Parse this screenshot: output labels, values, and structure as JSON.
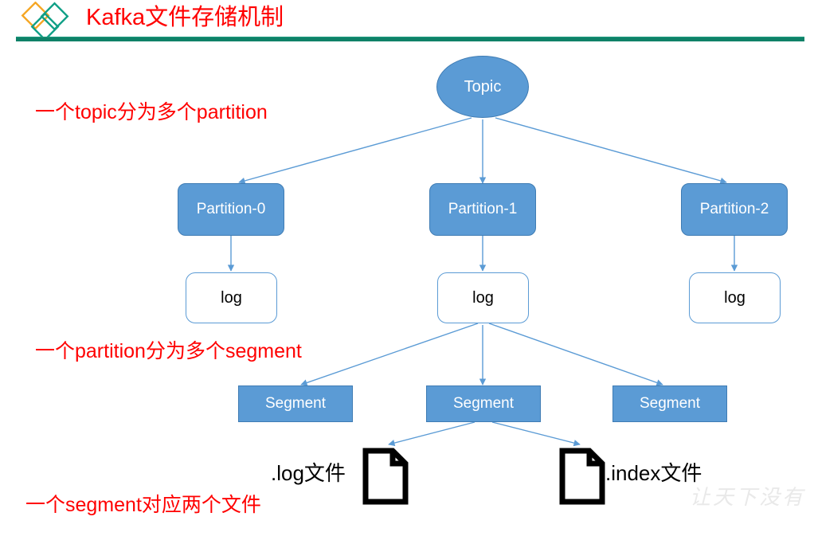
{
  "header": {
    "title": "Kafka文件存储机制",
    "title_color": "#ff0000",
    "rule_color": "#0f8168",
    "logo": {
      "name": "diamonds-logo",
      "diamond_colors": [
        "#f5a623",
        "#0f9f86",
        "#0f9f86"
      ]
    }
  },
  "theme": {
    "node_fill": "#5b9bd5",
    "node_border": "#3f7cb4",
    "connector": "#5b9bd5",
    "annotation_color": "#ff0000",
    "canvas": "#ffffff"
  },
  "diagram": {
    "topic": {
      "label": "Topic"
    },
    "partitions": [
      {
        "label": "Partition-0"
      },
      {
        "label": "Partition-1"
      },
      {
        "label": "Partition-2"
      }
    ],
    "logs": [
      {
        "label": "log"
      },
      {
        "label": "log"
      },
      {
        "label": "log"
      }
    ],
    "segments": [
      {
        "label": "Segment"
      },
      {
        "label": "Segment"
      },
      {
        "label": "Segment"
      }
    ],
    "files": [
      {
        "label": ".log文件",
        "icon": "document-icon"
      },
      {
        "label": ".index文件",
        "icon": "document-icon"
      }
    ]
  },
  "annotations": [
    {
      "text": "一个topic分为多个partition"
    },
    {
      "text": "一个partition分为多个segment"
    },
    {
      "text": "一个segment对应两个文件"
    }
  ],
  "watermark": {
    "text": "让天下没有"
  }
}
